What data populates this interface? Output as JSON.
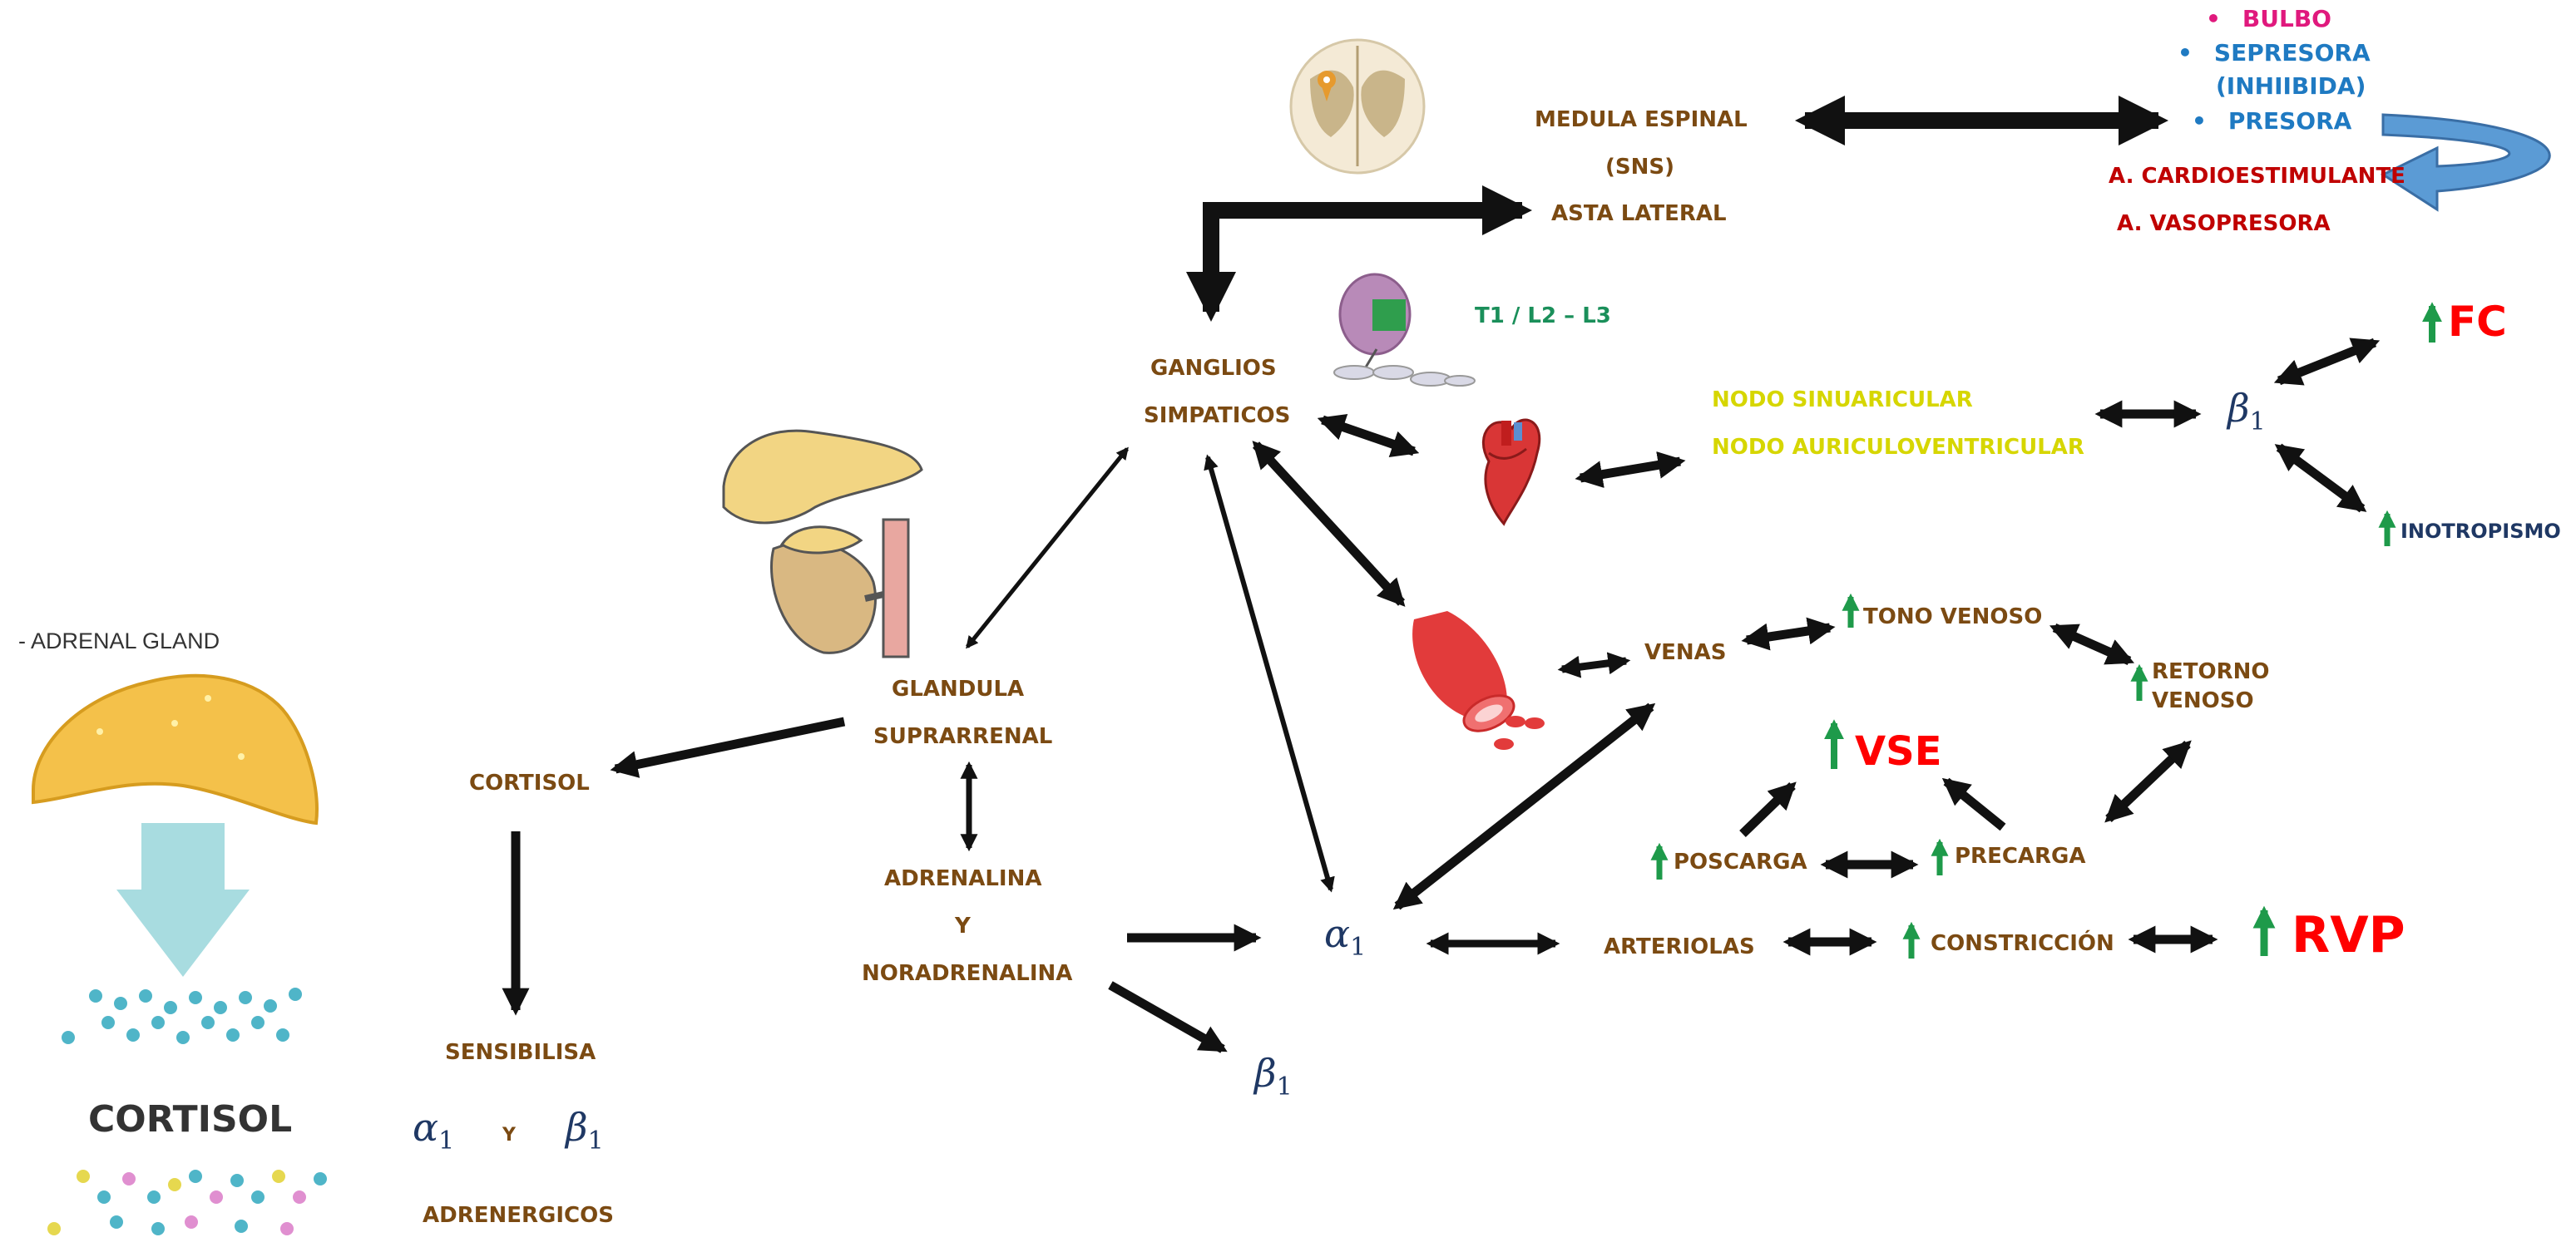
{
  "colors": {
    "brown_text": "#7b4a12",
    "yellow_text": "#d6d600",
    "red_text": "#c00000",
    "bright_red": "#ff0000",
    "green_text": "#1a8f5a",
    "navy_text": "#1f3864",
    "blue_text": "#1f7ac2",
    "pink_text": "#e0197d",
    "arrow_dark": "#111111",
    "arrow_green": "#1e9a4a",
    "curved_arrow": "#5b9bd5"
  },
  "left_panel": {
    "gland_caption": "- ADRENAL GLAND",
    "cortisol_label": "CORTISOL"
  },
  "nodes": {
    "medula_espinal": "MEDULA ESPINAL",
    "sns": "(SNS)",
    "asta_lateral": "ASTA LATERAL",
    "segmentos": "T1 / L2 – L3",
    "ganglios": "GANGLIOS",
    "simpaticos": "SIMPATICOS",
    "glandula": "GLANDULA",
    "suprarrenal": "SUPRARRENAL",
    "cortisol": "CORTISOL",
    "sensibilisa": "SENSIBILISA",
    "y_small": "Y",
    "adrenergicos": "ADRENERGICOS",
    "adrenalina": "ADRENALINA",
    "y_mid": "Y",
    "noradrenalina": "NORADRENALINA",
    "nodo_sinuauricular": "NODO SINUARICULAR",
    "nodo_auriculoventricular": "NODO AURICULOVENTRICULAR",
    "venas": "VENAS",
    "tono_venoso": "TONO VENOSO",
    "retorno_line1": "RETORNO",
    "retorno_line2": "VENOSO",
    "vse": "VSE",
    "poscarga": "POSCARGA",
    "precarga": "PRECARGA",
    "arteriolas": "ARTERIOLAS",
    "constriccion": "CONSTRICCIÓN",
    "rvp": "RVP",
    "fc": "FC",
    "inotropismo": "INOTROPISMO",
    "cardioestimulante": "A. CARDIOESTIMULANTE",
    "vasopresora": "A. VASOPRESORA"
  },
  "bulbo_list": {
    "bulbo": "BULBO",
    "sepresora_line1": "SEPRESORA",
    "sepresora_line2": "(INHIIBIDA)",
    "presora": "PRESORA"
  },
  "greek": {
    "alpha": "α",
    "beta": "β",
    "sub_one": "1"
  },
  "icons": [
    "spinal-cord-cross-section-icon",
    "sympathetic-ganglion-icon",
    "heart-icon",
    "blood-vessel-icon",
    "adrenal-gland-kidney-icon",
    "adrenal-gland-icon",
    "down-arrow-icon",
    "cortisol-molecules-icon"
  ]
}
